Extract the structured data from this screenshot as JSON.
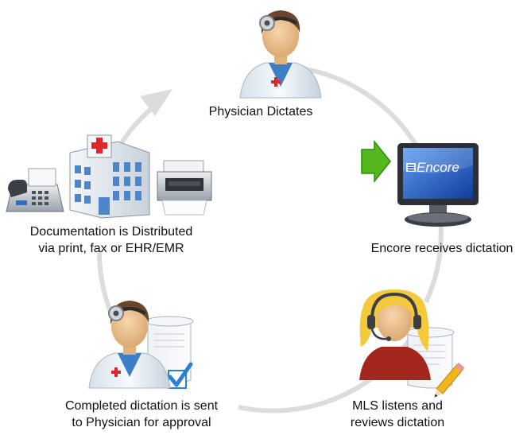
{
  "colors": {
    "cycle_ring": "#dcdcdc",
    "skin": "#f1c896",
    "coat": "#eaf0f6",
    "shirt": "#3d7fc6",
    "hair_dark": "#6a4527",
    "hair_blonde": "#f5c93c",
    "red_cross": "#e0262b",
    "monitor_screen": "#1e5fd4",
    "monitor_frame": "#2c2f35",
    "arrow_green": "#52b81e",
    "building_blue": "#4f86c9",
    "checkmark": "#2b7fd6",
    "mls_top": "#a3261f"
  },
  "steps": {
    "physician": {
      "label_lines": [
        "Physician Dictates"
      ],
      "icon": "physician-with-head-mirror-icon"
    },
    "encore": {
      "label_lines": [
        "Encore receives dictation"
      ],
      "icon": "monitor-icon",
      "screen_text": "Encore",
      "arrow_icon": "green-arrow-icon"
    },
    "mls": {
      "label_lines": [
        "MLS listens and",
        "reviews dictation"
      ],
      "icon": "transcriptionist-with-headset-icon",
      "doc_icon": "document-with-pencil-icon"
    },
    "completed": {
      "label_lines": [
        "Completed dictation is sent",
        "to Physician for approval"
      ],
      "icon": "physician-with-head-mirror-icon",
      "doc_icon": "document-with-checkmark-icon"
    },
    "distributed": {
      "label_lines": [
        "Documentation is Distributed",
        "via print, fax or EHR/EMR"
      ],
      "icons": [
        "fax-machine-icon",
        "hospital-building-icon",
        "printer-icon"
      ]
    }
  }
}
